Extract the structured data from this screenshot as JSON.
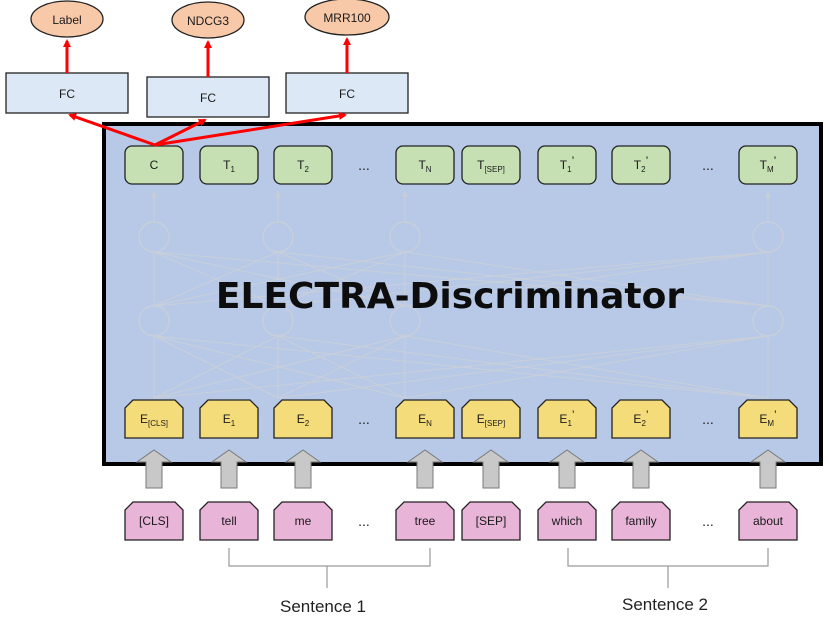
{
  "title": "ELECTRA-Discriminator",
  "heads": [
    {
      "output": "Label",
      "layer": "FC"
    },
    {
      "output": "NDCG3",
      "layer": "FC"
    },
    {
      "output": "MRR100",
      "layer": "FC"
    }
  ],
  "ellipsis": "...",
  "output_tokens": [
    "C",
    "T1",
    "T2",
    "...",
    "TN",
    "T[SEP]",
    "T1'",
    "T2'",
    "...",
    "TM'"
  ],
  "embeddings": [
    "E[CLS]",
    "E1",
    "E2",
    "...",
    "EN",
    "E[SEP]",
    "E1'",
    "E2'",
    "...",
    "EM'"
  ],
  "input_tokens": [
    "[CLS]",
    "tell",
    "me",
    "...",
    "tree",
    "[SEP]",
    "which",
    "family",
    "...",
    "about"
  ],
  "sentences": [
    "Sentence 1",
    "Sentence 2"
  ],
  "colors": {
    "main_box": "#b7c9e7",
    "token_box": "#c6e0b4",
    "embed_box": "#f5dc7a",
    "input_box": "#e8b4d8",
    "fc_box": "#dce8f6",
    "output_ellipse": "#f7c9a8",
    "arrow_red": "#ff0000"
  }
}
